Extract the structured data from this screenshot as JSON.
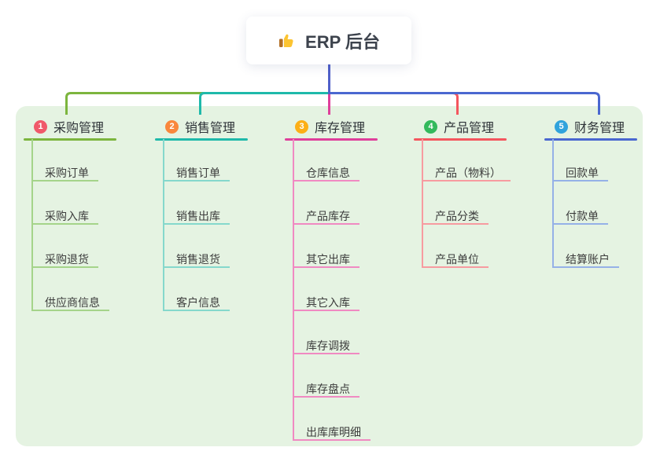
{
  "root": {
    "label": "ERP 后台",
    "icon": "thumbs-up-icon",
    "line_color": "#5060c9"
  },
  "panel": {
    "bg": "#e5f3e2"
  },
  "branches": [
    {
      "num": "1",
      "label": "采购管理",
      "badge_color": "#f0596a",
      "line_color": "#7cb53e",
      "child_line_color": "#a5d48a",
      "children": [
        "采购订单",
        "采购入库",
        "采购退货",
        "供应商信息"
      ]
    },
    {
      "num": "2",
      "label": "销售管理",
      "badge_color": "#f9873c",
      "line_color": "#1fb9aa",
      "child_line_color": "#85d8cc",
      "children": [
        "销售订单",
        "销售出库",
        "销售退货",
        "客户信息"
      ]
    },
    {
      "num": "3",
      "label": "库存管理",
      "badge_color": "#fcaf17",
      "line_color": "#df3f9b",
      "child_line_color": "#f08ac2",
      "children": [
        "仓库信息",
        "产品库存",
        "其它出库",
        "其它入库",
        "库存调拨",
        "库存盘点",
        "出库库明细"
      ]
    },
    {
      "num": "4",
      "label": "产品管理",
      "badge_color": "#33b95c",
      "line_color": "#f4565e",
      "child_line_color": "#f79ba0",
      "children": [
        "产品（物料）",
        "产品分类",
        "产品单位"
      ]
    },
    {
      "num": "5",
      "label": "财务管理",
      "badge_color": "#30a3dc",
      "line_color": "#4a67d0",
      "child_line_color": "#95b1e7",
      "children": [
        "回款单",
        "付款单",
        "结算账户"
      ]
    }
  ]
}
